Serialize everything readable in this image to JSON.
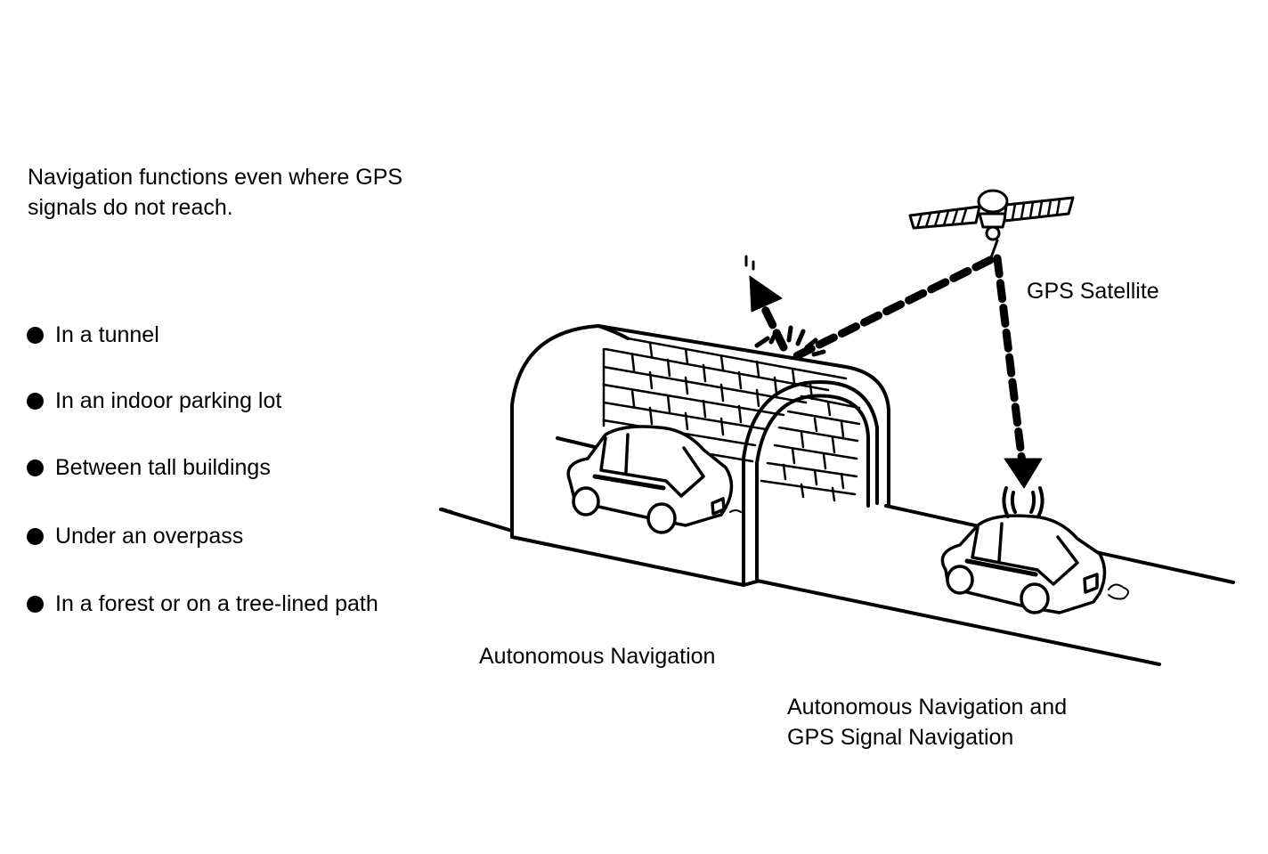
{
  "intro": {
    "line1": "Navigation functions even where GPS",
    "line2": "signals do not reach."
  },
  "bullets": [
    "In a tunnel",
    "In an indoor parking lot",
    "Between tall buildings",
    "Under an overpass",
    "In a forest or on a tree-lined path"
  ],
  "labels": {
    "gps_satellite": "GPS Satellite",
    "autonomous": "Autonomous Navigation",
    "both_line1": "Autonomous Navigation and",
    "both_line2": "GPS Signal Navigation"
  },
  "icons": {
    "satellite": "satellite-icon",
    "car_tunnel": "car-icon",
    "car_gps": "car-icon",
    "tunnel": "tunnel-icon"
  }
}
